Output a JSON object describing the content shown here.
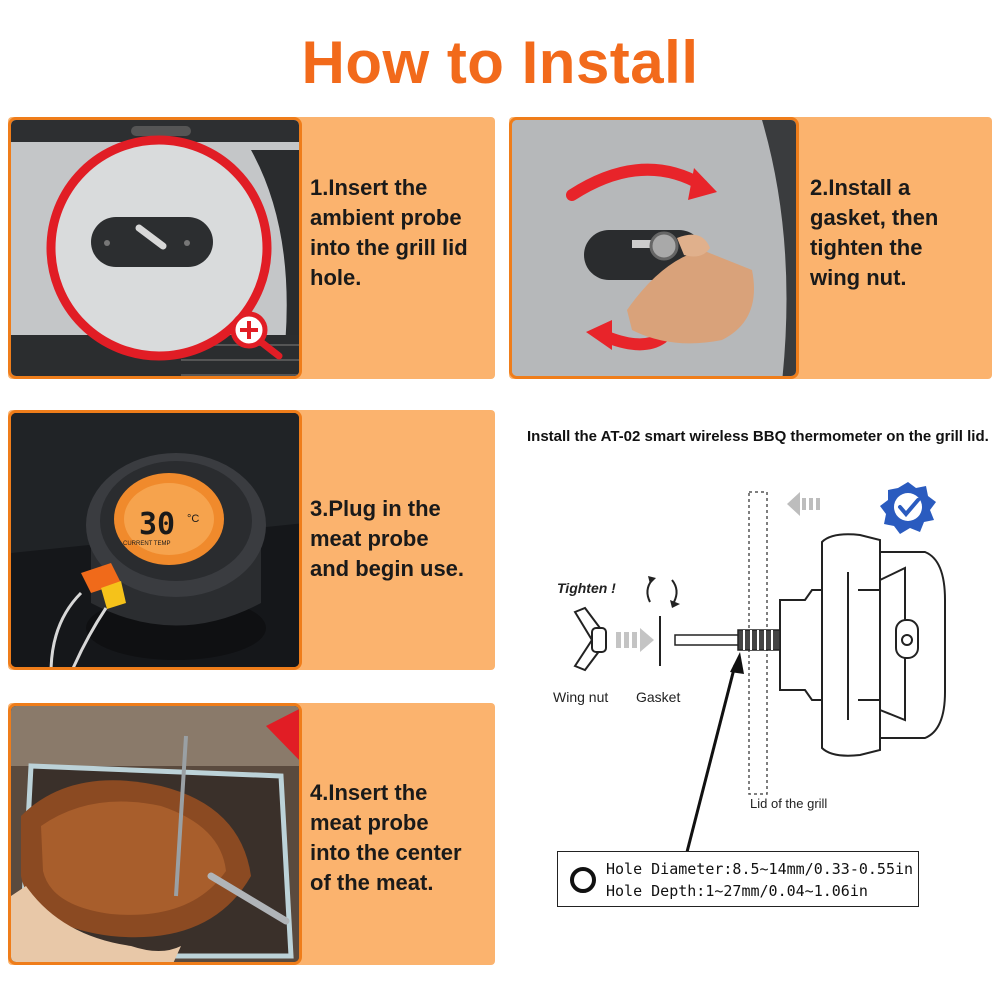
{
  "title": "How to Install",
  "steps": [
    {
      "lines": [
        "1.Insert the",
        "ambient probe",
        "into the grill lid",
        "hole."
      ]
    },
    {
      "lines": [
        "2.Install a",
        "gasket, then",
        "tighten the",
        "wing nut."
      ]
    },
    {
      "lines": [
        "3.Plug in the",
        "meat probe",
        "and begin use."
      ]
    },
    {
      "lines": [
        "4.Insert the",
        "meat probe",
        "into the center",
        "of the meat."
      ]
    }
  ],
  "display": {
    "reading": "30",
    "unit": "°C",
    "caption": "CURRENT TEMP"
  },
  "diagram": {
    "title": "Install the AT-02 smart wireless BBQ thermometer on the grill lid.",
    "tighten_label": "Tighten !",
    "wing_nut_label": "Wing nut",
    "gasket_label": "Gasket",
    "lid_label": "Lid of the grill",
    "hole_diameter": "Hole Diameter:8.5~14mm/0.33-0.55in",
    "hole_depth": "Hole Depth:1~27mm/0.04~1.06in"
  },
  "colors": {
    "title": "#f26a1b",
    "card": "#fbb36e",
    "border": "#ef7d1a",
    "arrow": "#e8242a",
    "check": "#2a5bbf"
  }
}
